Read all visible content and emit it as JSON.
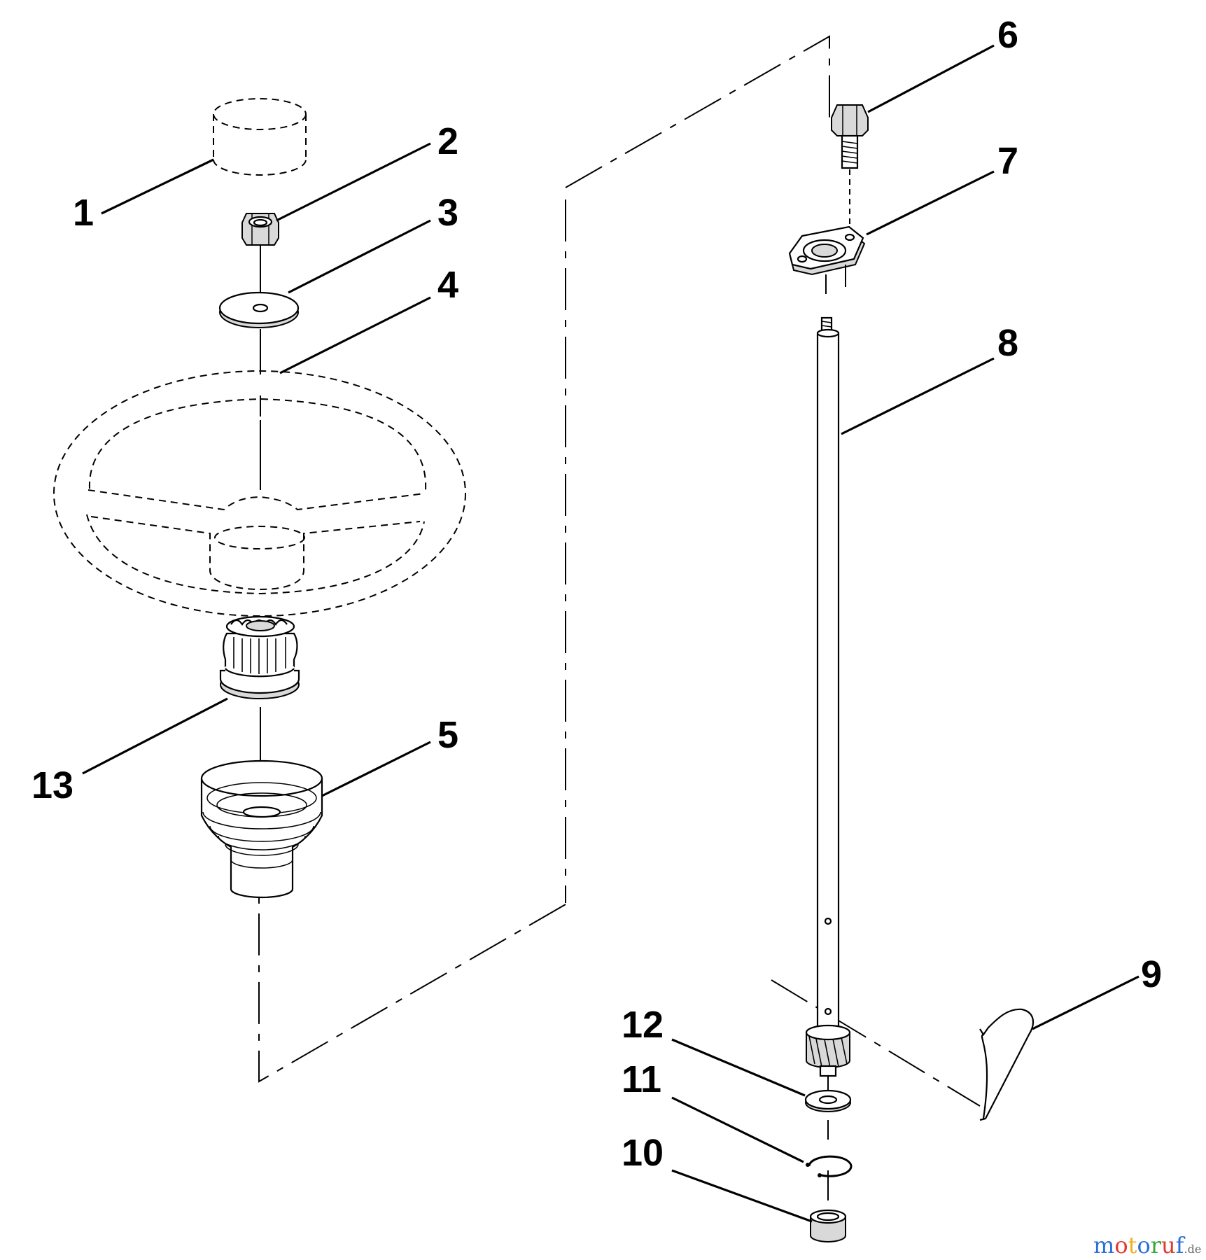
{
  "callouts": {
    "c1": "1",
    "c2": "2",
    "c3": "3",
    "c4": "4",
    "c5": "5",
    "c6": "6",
    "c7": "7",
    "c8": "8",
    "c9": "9",
    "c10": "10",
    "c11": "11",
    "c12": "12",
    "c13": "13"
  },
  "watermark": {
    "letters": [
      "m",
      "o",
      "t",
      "o",
      "r",
      "u",
      "f"
    ],
    "colors": [
      "#2b6fd6",
      "#e03a2f",
      "#f2b01e",
      "#2b6fd6",
      "#3aa63a",
      "#e03a2f",
      "#2b6fd6"
    ],
    "suffix": ".de",
    "suffix_color": "#666666"
  }
}
